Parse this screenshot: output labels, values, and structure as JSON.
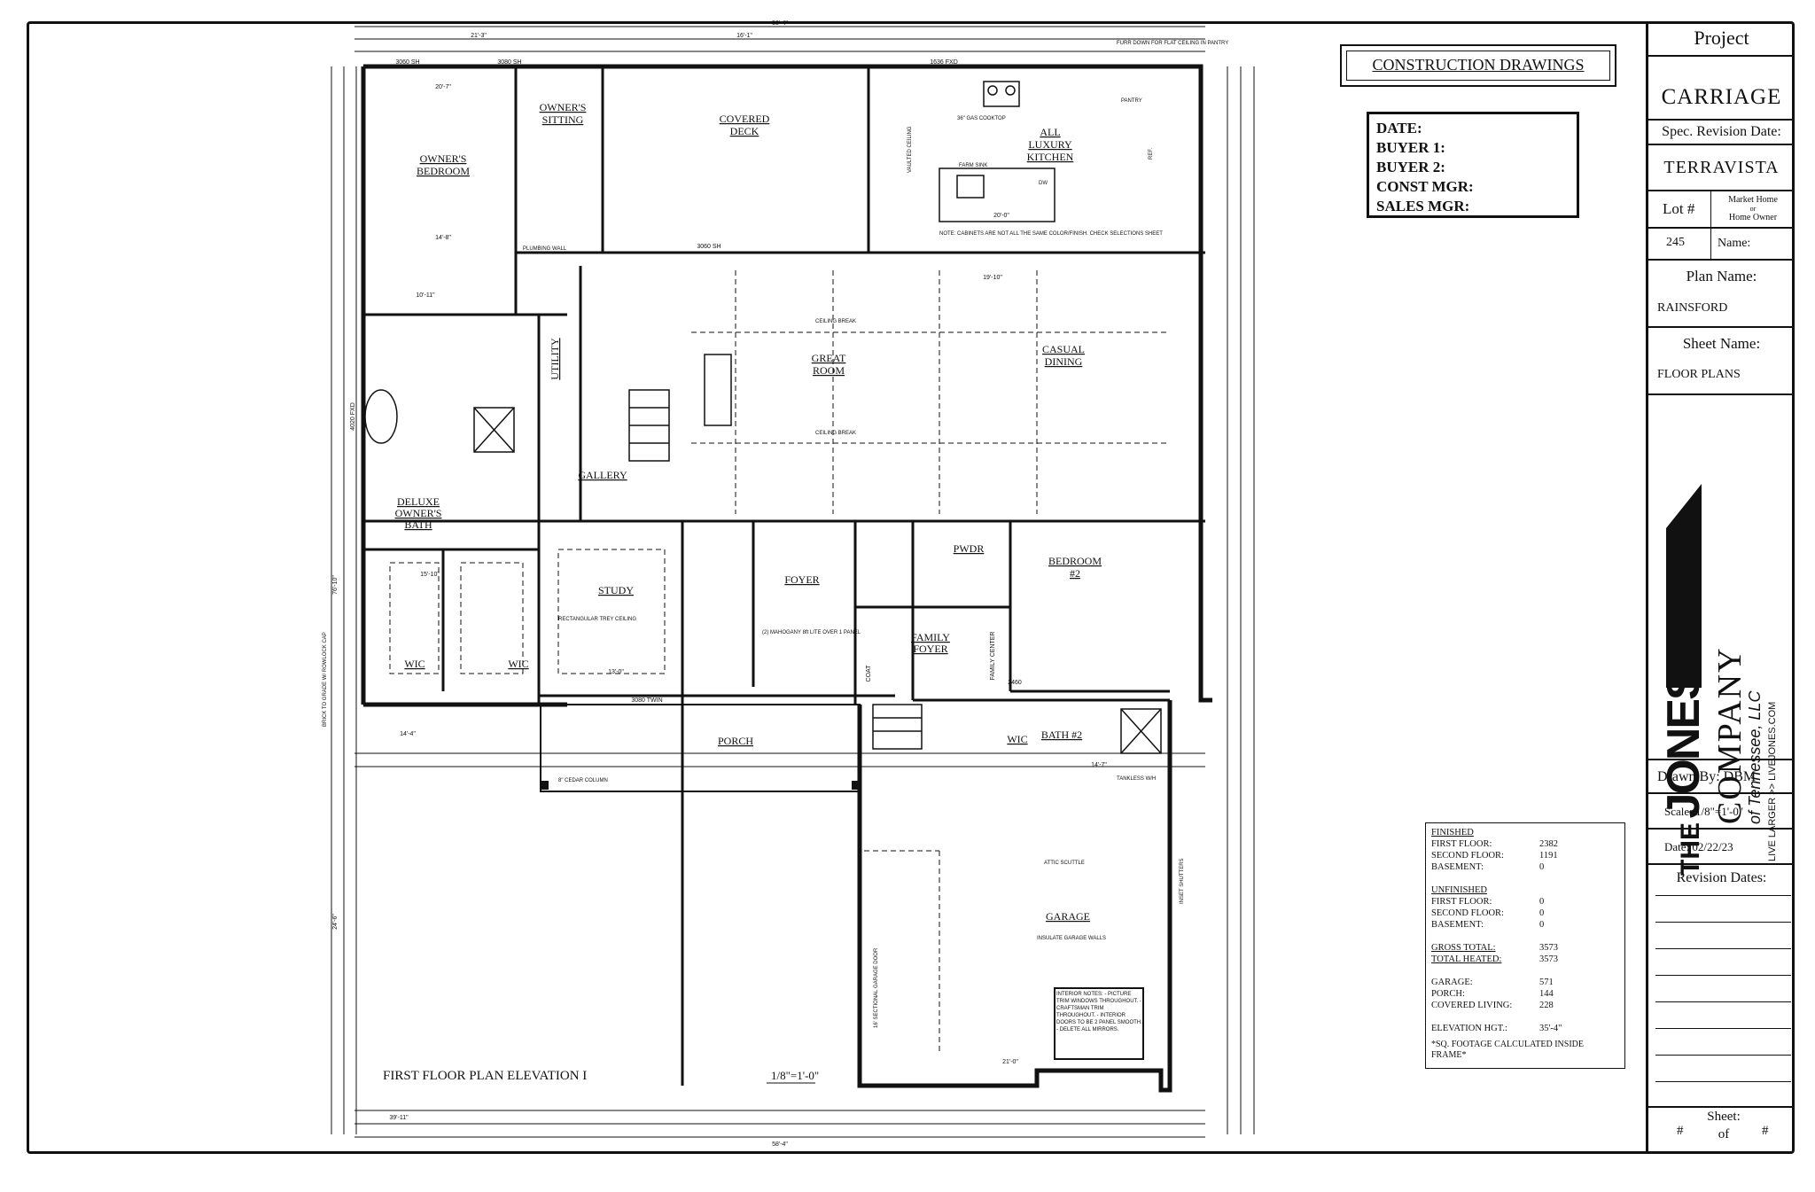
{
  "banner": {
    "title": "CONSTRUCTION DRAWINGS"
  },
  "info_box": {
    "fields": [
      "DATE:",
      "BUYER 1:",
      "BUYER 2:",
      "CONST MGR:",
      "SALES MGR:"
    ]
  },
  "title_block": {
    "project_label": "Project",
    "project_value": "CARRIAGE",
    "spec_revision_label": "Spec. Revision Date:",
    "community": "TERRAVISTA",
    "lot_label": "Lot #",
    "market_home_lines": [
      "Market Home",
      "or",
      "Home Owner"
    ],
    "lot_value": "245",
    "name_label": "Name:",
    "plan_name_label": "Plan Name:",
    "plan_name_value": "RAINSFORD",
    "sheet_name_label": "Sheet Name:",
    "sheet_name_value": "FLOOR PLANS",
    "logo": {
      "the": "THE",
      "jones": "JONES",
      "company": "COMPANY",
      "llc": "of Tennessee, LLC",
      "tagline": "LIVE LARGER >> LIVEJONES.COM"
    },
    "drawn_by": "Drawn By:  DBM",
    "scale": "Scale:  1/8\"=1'-0\"",
    "date": "Date:  02/22/23",
    "revision_dates_label": "Revision Dates:",
    "sheet_label": "Sheet:",
    "sheet_of": "of",
    "hash": "#"
  },
  "sqft_table": {
    "finished_header": "FINISHED",
    "finished": [
      [
        "FIRST FLOOR:",
        "2382"
      ],
      [
        "SECOND FLOOR:",
        "1191"
      ],
      [
        "BASEMENT:",
        "0"
      ]
    ],
    "unfinished_header": "UNFINISHED",
    "unfinished": [
      [
        "FIRST FLOOR:",
        "0"
      ],
      [
        "SECOND FLOOR:",
        "0"
      ],
      [
        "BASEMENT:",
        "0"
      ]
    ],
    "gross_total_label": "GROSS TOTAL:",
    "gross_total": "3573",
    "total_heated_label": "TOTAL HEATED:",
    "total_heated": "3573",
    "other": [
      [
        "GARAGE:",
        "571"
      ],
      [
        "PORCH:",
        "144"
      ],
      [
        "COVERED LIVING:",
        "228"
      ]
    ],
    "elevation_label": "ELEVATION HGT.:",
    "elevation": "35'-4\"",
    "footnote": "*SQ. FOOTAGE CALCULATED INSIDE FRAME*"
  },
  "plan": {
    "caption": "FIRST FLOOR PLAN ELEVATION I",
    "caption_scale": "1/8\"=1'-0\"",
    "rooms": {
      "owners_bedroom": [
        "OWNER'S",
        "BEDROOM"
      ],
      "owners_sitting": [
        "OWNER'S",
        "SITTING"
      ],
      "covered_deck": [
        "COVERED",
        "DECK"
      ],
      "kitchen": [
        "ALL",
        "LUXURY",
        "KITCHEN"
      ],
      "utility": "UTILITY",
      "great_room": [
        "GREAT",
        "ROOM"
      ],
      "casual_dining": [
        "CASUAL",
        "DINING"
      ],
      "gallery": "GALLERY",
      "deluxe_bath": [
        "DELUXE",
        "OWNER'S",
        "BATH"
      ],
      "study": "STUDY",
      "foyer": "FOYER",
      "pwdr": "PWDR",
      "bedroom2": [
        "BEDROOM",
        "#2"
      ],
      "family_foyer": [
        "FAMILY",
        "FOYER"
      ],
      "wic1": "WIC",
      "wic2": "WIC",
      "wic3": "WIC",
      "bath2": "BATH #2",
      "porch": "PORCH",
      "garage": "GARAGE",
      "coat": "COAT",
      "family_center": "FAMILY CENTER"
    },
    "dims": {
      "overall_top": "58'-4\"",
      "overall_bottom": "58'-4\"",
      "d1": "21'-3\"",
      "d2": "16'-1\"",
      "d3": "20'-7\"",
      "d4": "14'-8\"",
      "d5": "19'-10\"",
      "d6": "15'-10\"",
      "d7": "14'-4\"",
      "d8": "13'-0\"",
      "d9": "10'-11\"",
      "d10": "20'-0\"",
      "d11": "21'-0\"",
      "d12": "14'-7\"",
      "d13": "39'-11\"",
      "d14": "76'-10\"",
      "d15": "24'-6\"",
      "w1": "3060 SH",
      "w2": "3080 SH",
      "w3": "3060 SH",
      "w4": "1636 FXD",
      "w5": "2460",
      "w6": "3080 TWIN",
      "w7": "4020 FXD"
    },
    "notes": {
      "gas_cooktop": "36\" GAS COOKTOP",
      "farm_sink": "FARM SINK",
      "ceiling_break": "CEILING BREAK",
      "cabinets": "NOTE: CABINETS ARE NOT ALL THE SAME COLOR/FINISH. CHECK SELECTIONS SHEET",
      "plumbing_wall": "PLUMBING WALL",
      "cedar_column": "8\" CEDAR COLUMN",
      "garage_door": "16' SECTIONAL GARAGE DOOR",
      "insulate": "INSULATE GARAGE WALLS",
      "water_heater": "TANKLESS W/H",
      "interior_notes": "INTERIOR NOTES: - PICTURE TRIM WINDOWS THROUGHOUT. - CRAFTSMAN TRIM THROUGHOUT. - INTERIOR DOORS TO BE 2 PANEL SMOOTH. - DELETE ALL MIRRORS.",
      "brick": "BRICK TO GRADE W/ ROWLOCK CAP",
      "ceiling_box": "RECTANGULAR TREY CEILING",
      "flat_ceiling": "FURR DOWN FOR FLAT CEILING IN PANTRY",
      "pantry": "PANTRY",
      "ref": "REF.",
      "vaulted": "VAULTED CEILING",
      "attic": "ATTIC SCUTTLE",
      "dw": "DW",
      "mahogany": "(2) MAHOGANY 8ft LITE OVER 1 PANEL",
      "shutters": "INSET SHUTTERS"
    }
  }
}
